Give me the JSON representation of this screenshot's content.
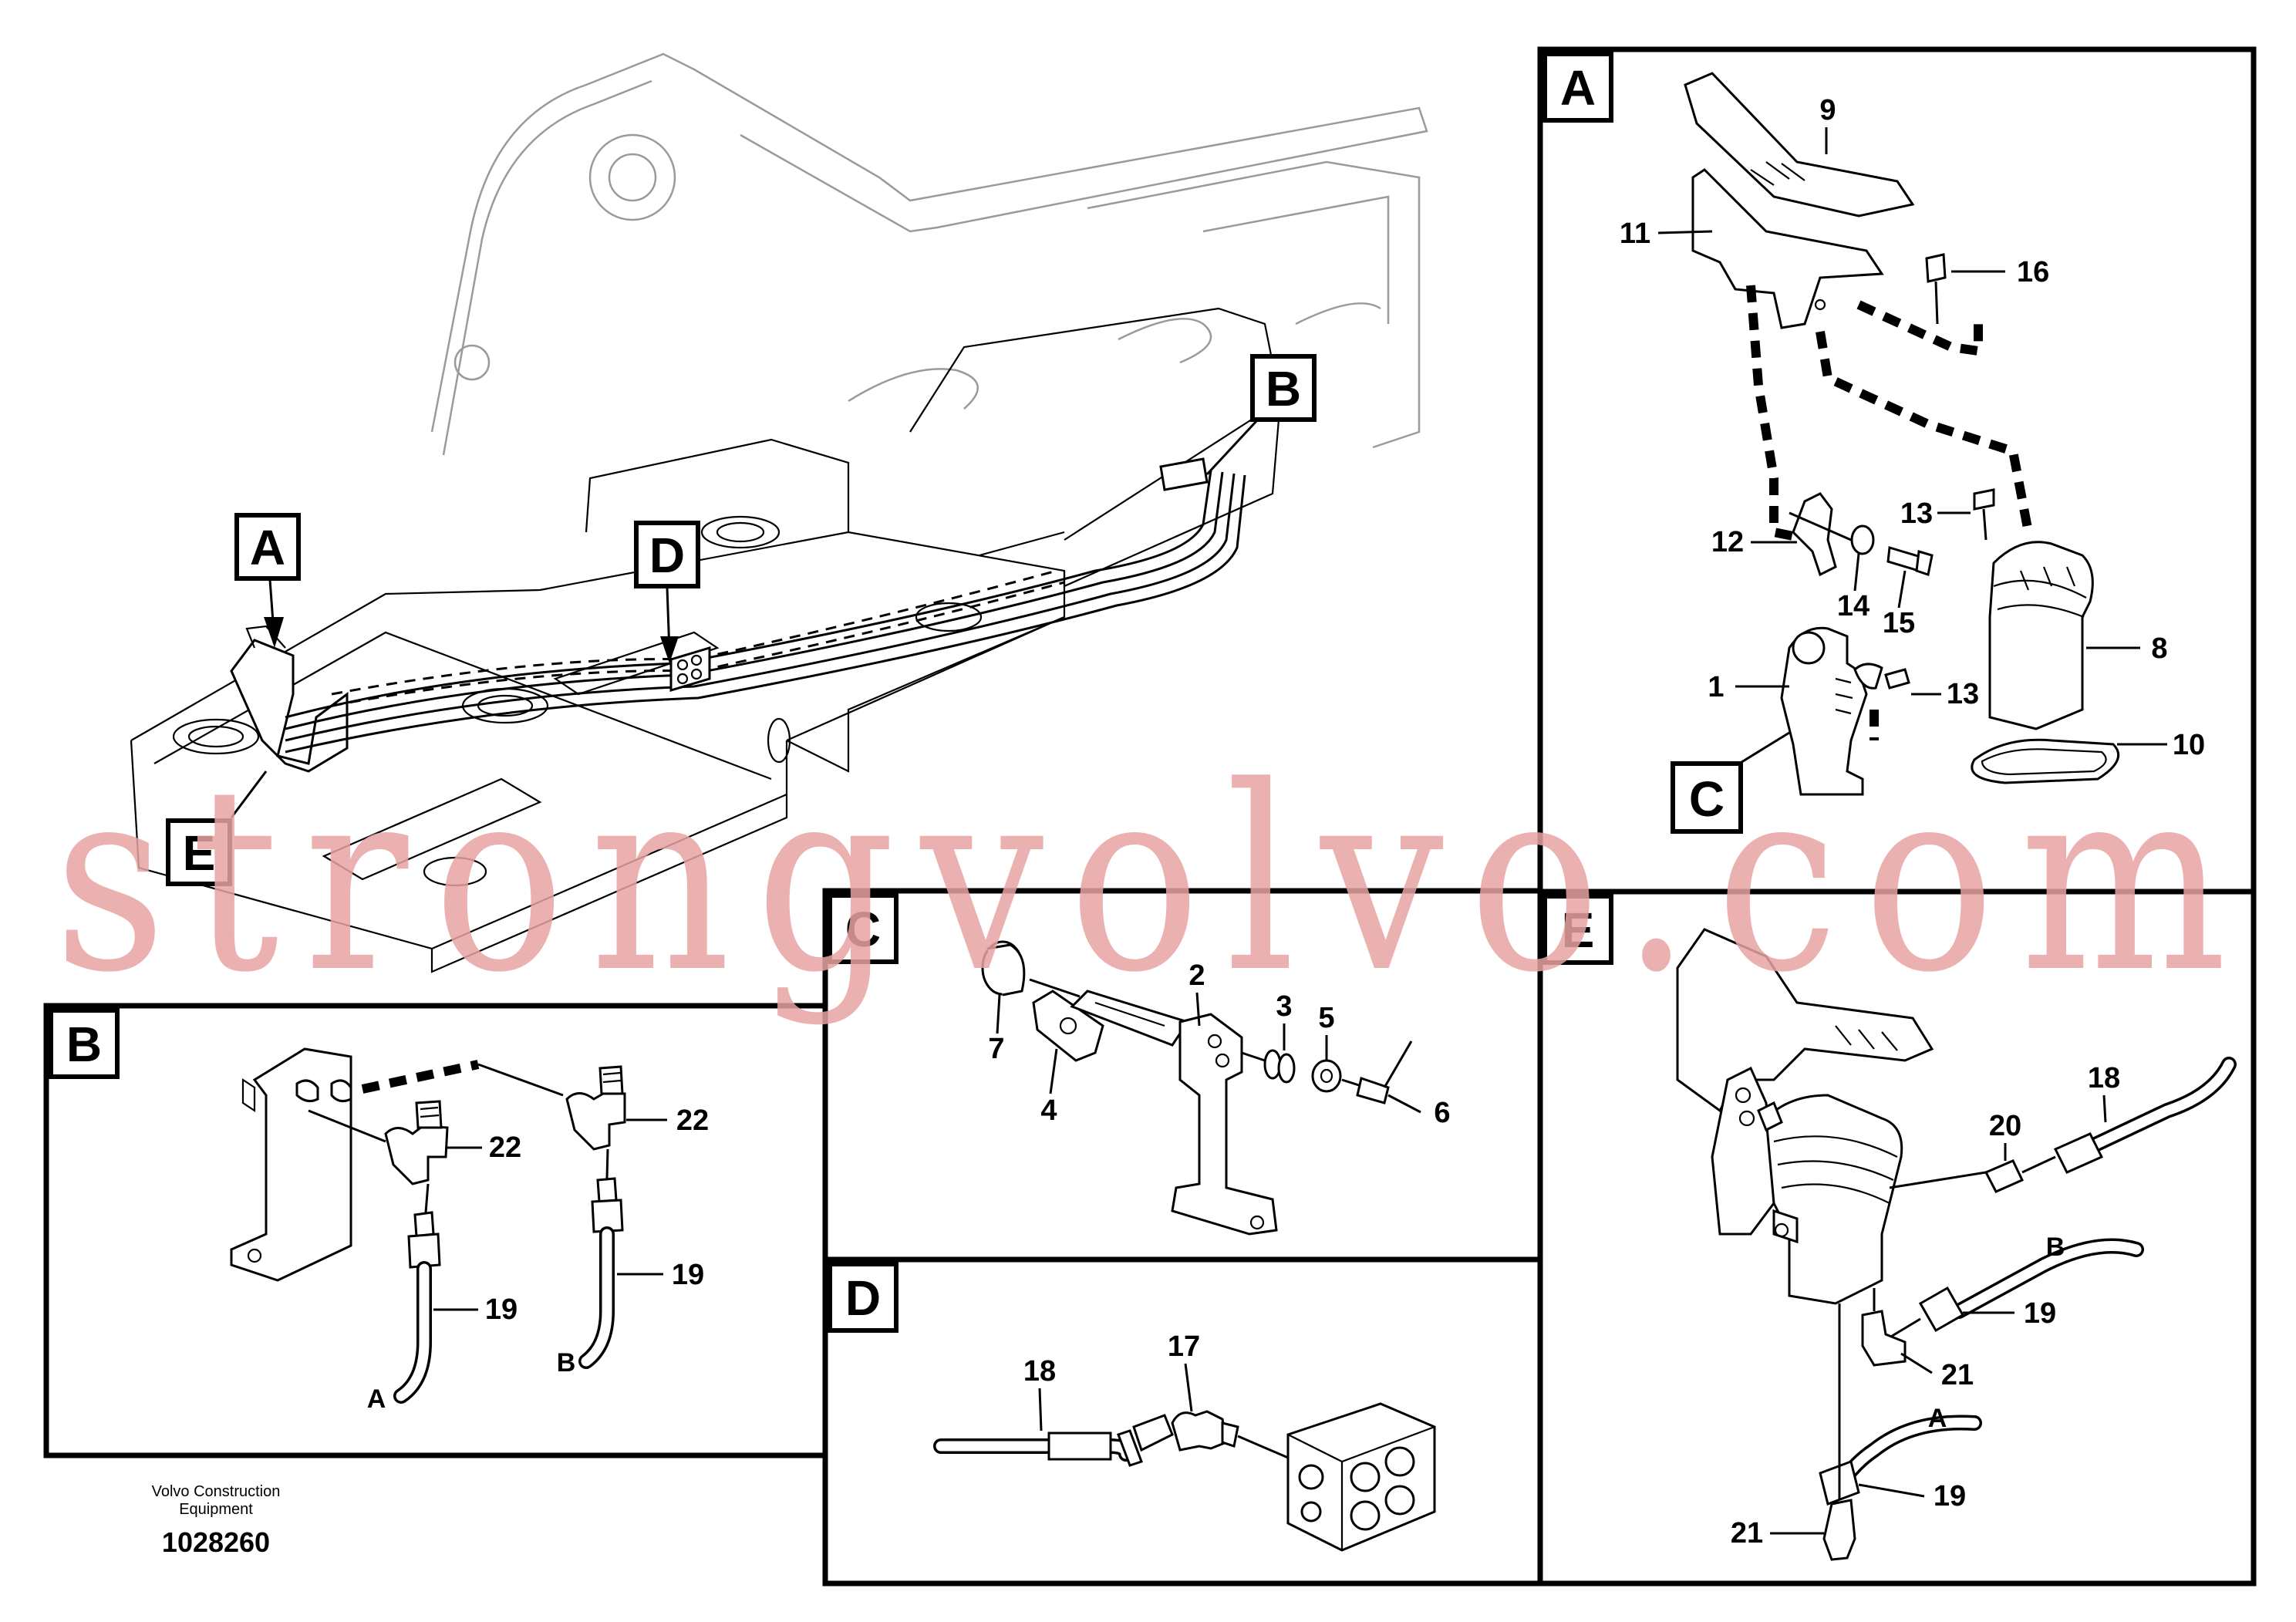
{
  "views": {
    "A": {
      "tag": "A"
    },
    "B": {
      "tag": "B"
    },
    "C": {
      "tag": "C"
    },
    "D": {
      "tag": "D"
    },
    "E": {
      "tag": "E"
    }
  },
  "overview_callouts": [
    "A",
    "B",
    "D",
    "E"
  ],
  "detail_a": {
    "callout_c": "C",
    "parts": {
      "p9": "9",
      "p11": "11",
      "p16": "16",
      "p13a": "13",
      "p12": "12",
      "p14": "14",
      "p15": "15",
      "p8": "8",
      "p1": "1",
      "p13b": "13",
      "p10": "10"
    }
  },
  "detail_b": {
    "parts": {
      "p22a": "22",
      "p22b": "22",
      "p19a": "19",
      "p19b": "19"
    },
    "ends": {
      "a": "A",
      "b": "B"
    }
  },
  "detail_c": {
    "parts": {
      "p2": "2",
      "p3": "3",
      "p5": "5",
      "p7": "7",
      "p4": "4",
      "p6": "6"
    }
  },
  "detail_d": {
    "parts": {
      "p18": "18",
      "p17": "17"
    }
  },
  "detail_e": {
    "parts": {
      "p18": "18",
      "p20": "20",
      "p19a": "19",
      "p21a": "21",
      "p19b": "19",
      "p21b": "21"
    },
    "ends": {
      "a": "A",
      "b": "B"
    }
  },
  "caption": {
    "company_line1": "Volvo Construction",
    "company_line2": "Equipment",
    "drawing_number": "1028260"
  },
  "watermark": "strongvolvo.com"
}
